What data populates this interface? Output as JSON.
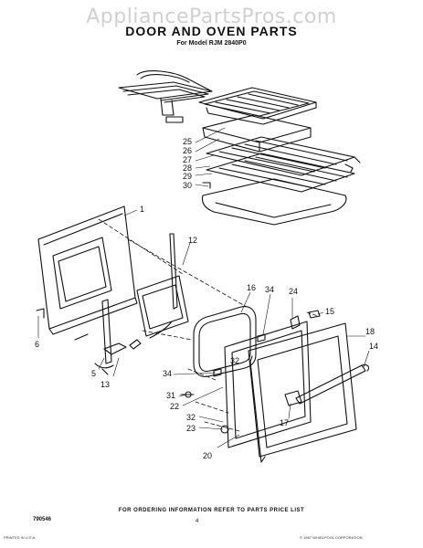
{
  "header": {
    "watermark": "AppliancePartsPros.com",
    "title": "DOOR AND OVEN PARTS",
    "subtitle": "For Model RJM 2840P0"
  },
  "footer": {
    "ordering_note": "FOR ORDERING INFORMATION REFER TO PARTS PRICE LIST",
    "drawing_number": "790546",
    "page_number": "4",
    "fine_print_left": "PRINTED IN U.S.A.",
    "fine_print_right": "© 1987 WHIRLPOOL CORPORATION"
  },
  "callouts": [
    "1",
    "5",
    "6",
    "12",
    "13",
    "14",
    "15",
    "16",
    "17",
    "18",
    "20",
    "22",
    "23",
    "24",
    "25",
    "26",
    "27",
    "28",
    "29",
    "30",
    "31",
    "32",
    "32",
    "34",
    "34"
  ],
  "colors": {
    "line": "#111111",
    "watermark": "#aaaaaa",
    "background": "#ffffff"
  }
}
